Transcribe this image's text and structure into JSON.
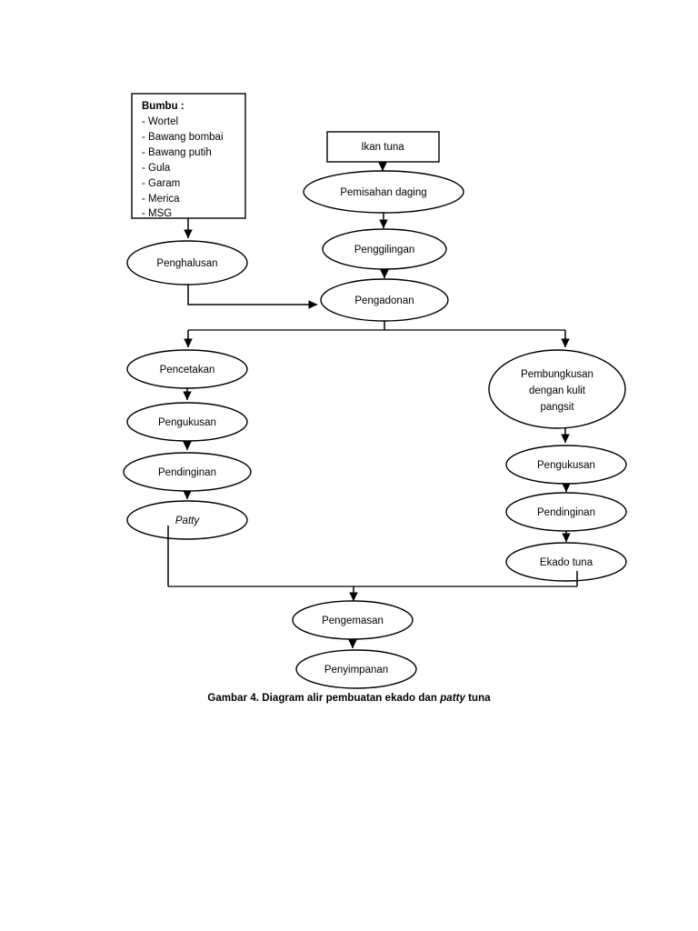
{
  "document": {
    "caption_prefix": "Gambar 4. Diagram alir pembuatan ekado dan ",
    "caption_italic": "patty",
    "caption_suffix": " tuna",
    "background_color": "#ffffff",
    "line_color": "#000000"
  },
  "ingredient_box": {
    "title": "Bumbu :",
    "items": [
      "-  Wortel",
      "-  Bawang bombai",
      "-  Bawang putih",
      "-  Gula",
      "-  Garam",
      "-  Merica",
      "-  MSG"
    ]
  },
  "nodes": {
    "penghalusan": "Penghalusan",
    "ikan_tuna": "Ikan tuna",
    "pemisahan_daging": "Pemisahan daging",
    "penggilingan": "Penggilingan",
    "pengadonan": "Pengadonan",
    "pencetakan": "Pencetakan",
    "pengukusan_kiri": "Pengukusan",
    "pendinginan_kiri": "Pendinginan",
    "patty": "Patty",
    "pembungkusan_line1": "Pembungkusan",
    "pembungkusan_line2": "dengan kulit",
    "pembungkusan_line3": "pangsit",
    "pengukusan_kanan": "Pengukusan",
    "pendinginan_kanan": "Pendinginan",
    "ekado_tuna": "Ekado tuna",
    "pengemasan": "Pengemasan",
    "penyimpanan": "Penyimpanan"
  }
}
